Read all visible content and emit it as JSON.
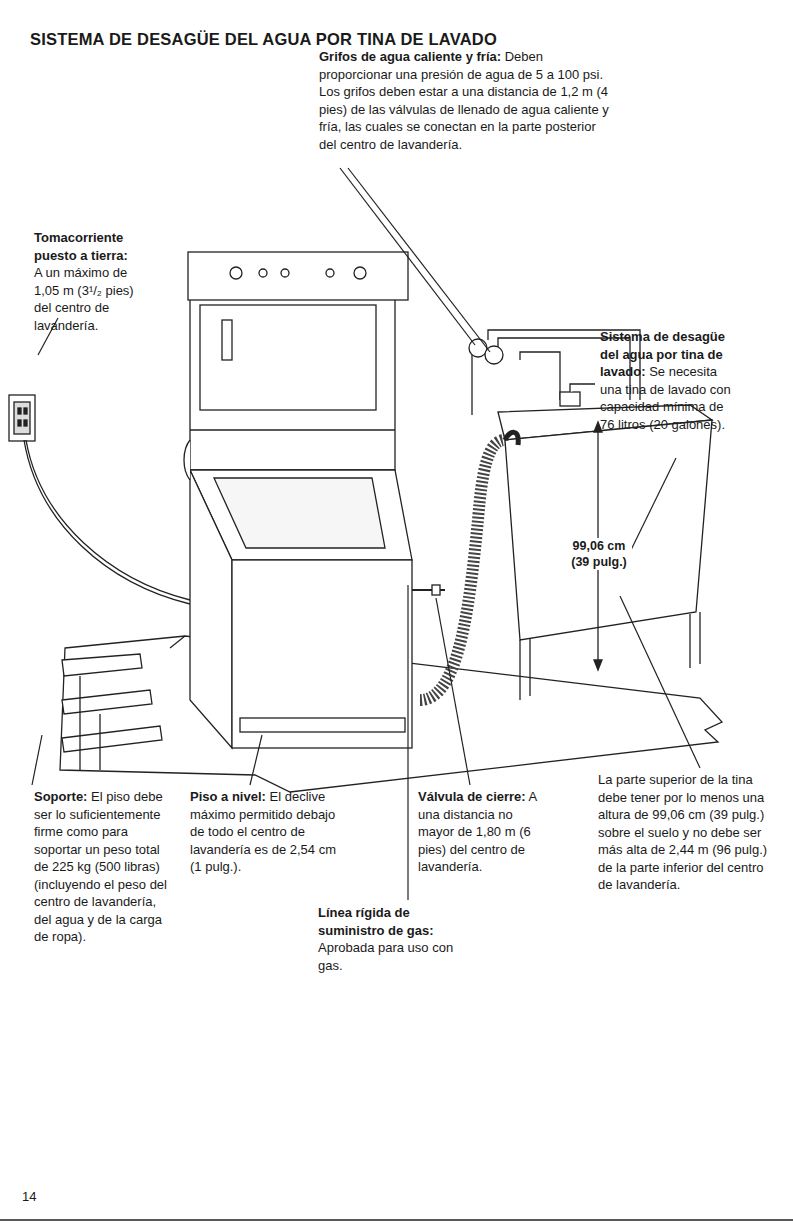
{
  "diagram": {
    "title": "SISTEMA DE DESAGÜE DEL AGUA POR TINA DE LAVADO",
    "labels": [
      "Grifos de agua caliente y fría:",
      "Deben proporcionar una presión de agua de 5 a 100 psi. Los grifos deben estar a una distancia de 1,2 m (4 pies) de las válvulas de llenado de agua caliente y fría, las cuales se conectan en la parte posterior del centro de lavandería.",
      "Tomacorriente puesto a tierra:",
      "A un máximo de 1,05 m (3¹/₂ pies) del centro de lavandería.",
      "Sistema de desagüe del agua por tina de lavado:",
      "Se necesita una tina de lavado con capacidad mínima de 76 litros (20 galones).",
      "99,06 cm",
      "(39 pulg.)",
      "Soporte:",
      "El piso debe ser lo suficientemente firme como para soportar un peso total de 225 kg (500 libras) (incluyendo el peso del centro de lavandería, del agua y de la carga de ropa).",
      "Piso a nivel:",
      "El declive máximo permitido debajo de todo el centro de lavandería es de 2,54 cm (1 pulg.).",
      "Válvula de cierre:",
      "A una distancia no mayor de 1,80 m (6 pies) del centro de lavandería.",
      "La parte superior de la tina debe tener por lo menos una altura de 99,06 cm (39 pulg.) sobre el suelo y no debe ser más alta de 2,44 m (96 pulg.) de la parte inferior del centro de lavandería.",
      "Línea rígida de suministro de gas:",
      "Aprobada para uso con gas.",
      "14"
    ]
  }
}
